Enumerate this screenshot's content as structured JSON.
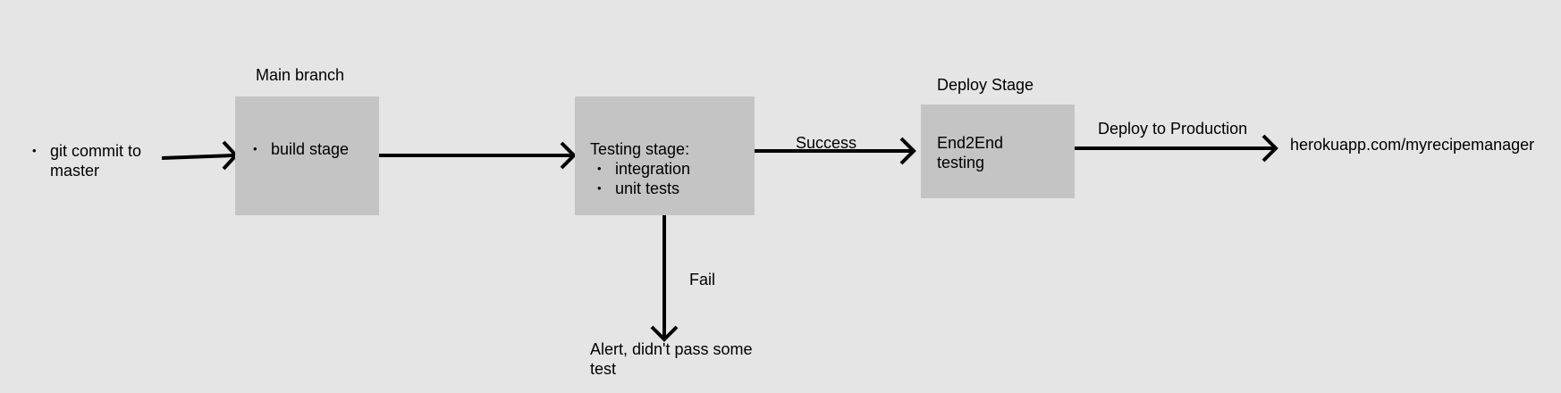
{
  "start": {
    "items": [
      "git commit to master"
    ]
  },
  "main_branch": {
    "title": "Main branch",
    "items": [
      "build stage"
    ]
  },
  "testing": {
    "heading": "Testing stage:",
    "items": [
      "integration",
      "unit tests"
    ]
  },
  "success_label": "Success",
  "fail_label": "Fail",
  "alert_text": "Alert, didn't pass some test",
  "deploy": {
    "title": "Deploy Stage",
    "body": "End2End testing"
  },
  "deploy_production_label": "Deploy to Production",
  "destination_url": "herokuapp.com/myrecipemanager"
}
